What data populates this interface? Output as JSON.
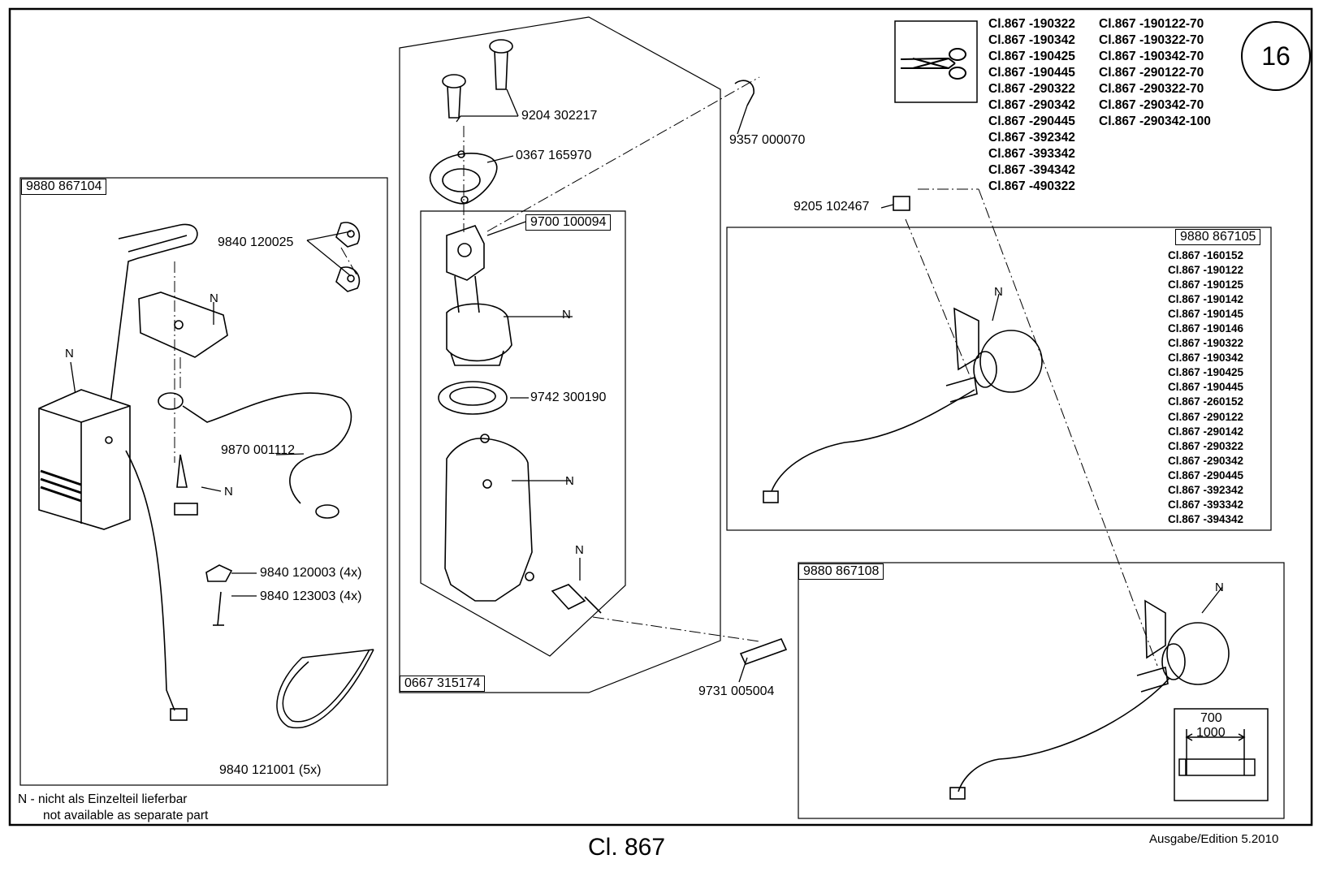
{
  "sheet": {
    "page_number": "16",
    "title": "Cl. 867",
    "edition": "Ausgabe/Edition   5.2010"
  },
  "class_list": {
    "col1": [
      "Cl.867 -190322",
      "Cl.867 -190342",
      "Cl.867 -190425",
      "Cl.867 -190445",
      "Cl.867 -290322",
      "Cl.867 -290342",
      "Cl.867 -290445",
      "Cl.867 -392342",
      "Cl.867 -393342",
      "Cl.867 -394342",
      "Cl.867 -490322"
    ],
    "col2": [
      "Cl.867 -190122-70",
      "Cl.867 -190322-70",
      "Cl.867 -190342-70",
      "Cl.867 -290122-70",
      "Cl.867 -290322-70",
      "Cl.867 -290342-70",
      "Cl.867 -290342-100"
    ]
  },
  "assemblies": {
    "a104": "9880 867104",
    "a094": "9700 100094",
    "a174": "0667 315174",
    "a105": "9880 867105",
    "a108": "9880 867108"
  },
  "a105_list": [
    "Cl.867 -160152",
    "Cl.867 -190122",
    "Cl.867 -190125",
    "Cl.867 -190142",
    "Cl.867 -190145",
    "Cl.867 -190146",
    "Cl.867 -190322",
    "Cl.867 -190342",
    "Cl.867 -190425",
    "Cl.867 -190445",
    "Cl.867 -260152",
    "Cl.867 -290122",
    "Cl.867 -290142",
    "Cl.867 -290322",
    "Cl.867 -290342",
    "Cl.867 -290445",
    "Cl.867 -392342",
    "Cl.867 -393342",
    "Cl.867 -394342"
  ],
  "parts": {
    "p302217": "9204 302217",
    "p165970": "0367 165970",
    "p000070": "9357 000070",
    "p102467": "9205 102467",
    "p120025": "9840 120025",
    "p001112": "9870 001112",
    "p120003": "9840 120003 (4x)",
    "p123003": "9840 123003 (4x)",
    "p121001": "9840 121001 (5x)",
    "p300190": "9742 300190",
    "p005004": "9731 005004"
  },
  "n_marker": "N",
  "dimensions": {
    "d700": "700",
    "d1000": "1000"
  },
  "note": {
    "de": "N - nicht als Einzelteil lieferbar",
    "en": "not available as separate part"
  },
  "icons": [
    "scissors-icon"
  ]
}
